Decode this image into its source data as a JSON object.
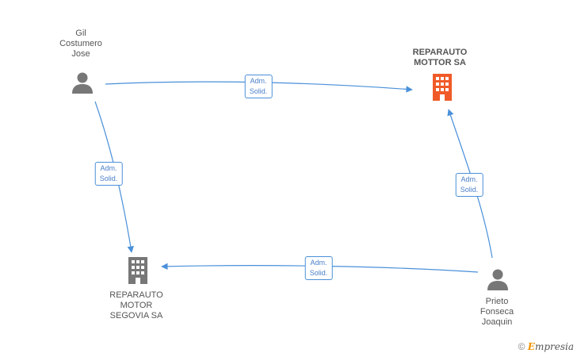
{
  "nodes": {
    "person_gil": {
      "name_lines": [
        "Gil",
        "Costumero",
        "Jose"
      ],
      "type": "person"
    },
    "company_reparauto": {
      "name_lines": [
        "REPARAUTO",
        "MOTTOR SA"
      ],
      "type": "company",
      "highlight": true
    },
    "company_segovia": {
      "name_lines": [
        "REPARAUTO",
        "MOTOR",
        "SEGOVIA SA"
      ],
      "type": "company"
    },
    "person_prieto": {
      "name_lines": [
        "Prieto",
        "Fonseca",
        "Joaquin"
      ],
      "type": "person"
    }
  },
  "edges": [
    {
      "from": "person_gil",
      "to": "company_reparauto",
      "label_lines": [
        "Adm.",
        "Solid."
      ]
    },
    {
      "from": "person_gil",
      "to": "company_segovia",
      "label_lines": [
        "Adm.",
        "Solid."
      ]
    },
    {
      "from": "person_prieto",
      "to": "company_reparauto",
      "label_lines": [
        "Adm.",
        "Solid."
      ]
    },
    {
      "from": "person_prieto",
      "to": "company_segovia",
      "label_lines": [
        "Adm.",
        "Solid."
      ]
    }
  ],
  "colors": {
    "edge": "#4a90d9",
    "person_icon": "#777777",
    "company_icon": "#777777",
    "highlight_icon": "#f05a28"
  },
  "footer": {
    "copyright_symbol": "©",
    "brand_first": "E",
    "brand_rest": "mpresia"
  }
}
